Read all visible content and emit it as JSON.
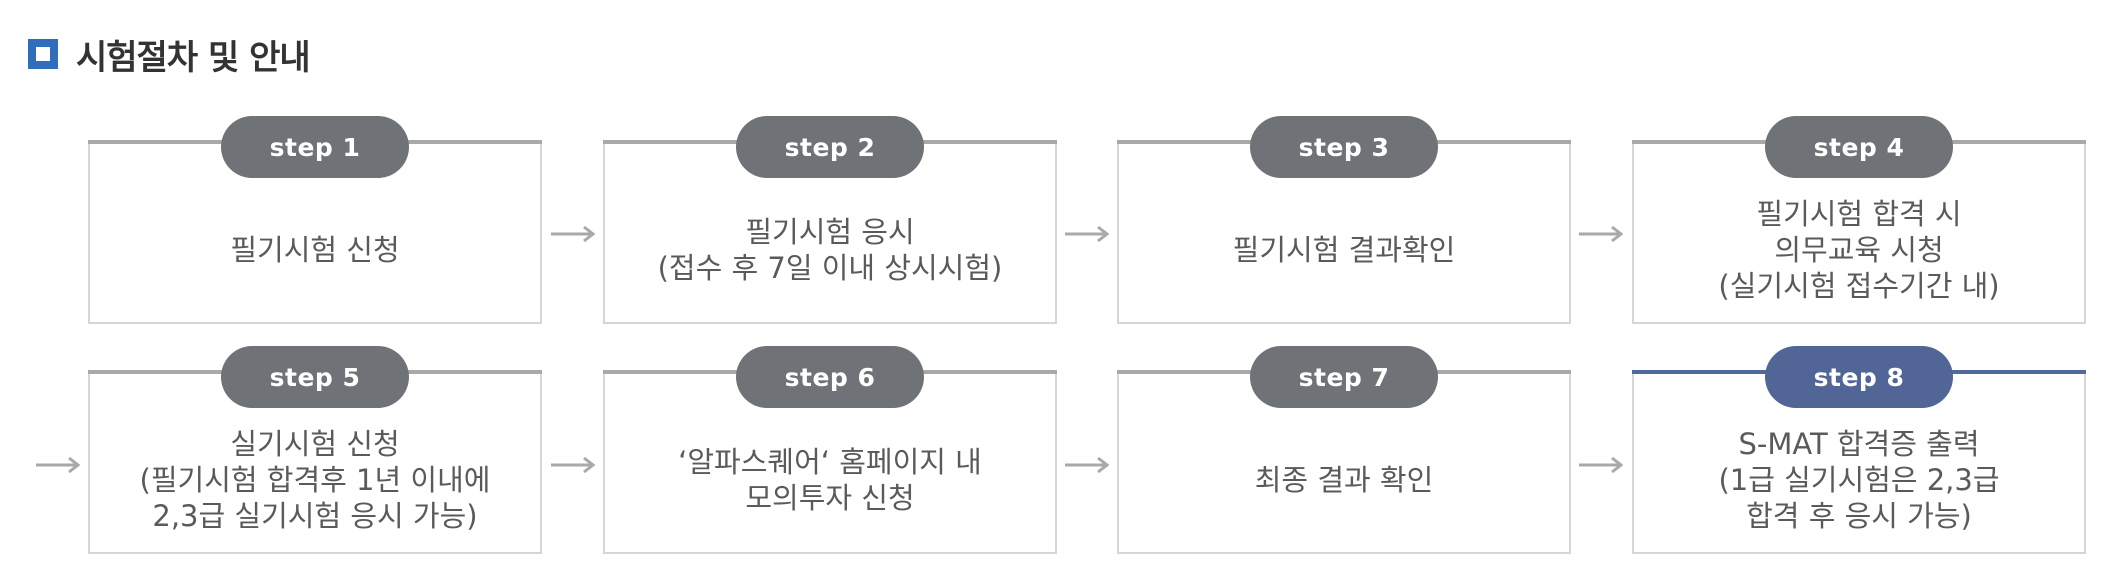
{
  "header": {
    "title": "시험절차 및 안내",
    "icon": "square-bullet-icon",
    "icon_color": "#2f6ebd"
  },
  "colors": {
    "pill_default": "#6f7276",
    "pill_highlight": "#526597",
    "card_border": "#d6d6d6",
    "topline_default": "#a9a9a9",
    "topline_highlight": "#516a9c",
    "arrow": "#a9a9a9"
  },
  "steps": [
    {
      "label": "step 1",
      "text": "필기시험 신청"
    },
    {
      "label": "step 2",
      "text": "필기시험 응시\n(접수 후 7일 이내 상시시험)"
    },
    {
      "label": "step 3",
      "text": "필기시험 결과확인"
    },
    {
      "label": "step 4",
      "text": "필기시험 합격 시\n의무교육 시청\n(실기시험 접수기간 내)"
    },
    {
      "label": "step 5",
      "text": "실기시험 신청\n(필기시험 합격후 1년 이내에\n2,3급 실기시험 응시 가능)"
    },
    {
      "label": "step 6",
      "text": "‘알파스퀘어‘ 홈페이지 내\n모의투자 신청"
    },
    {
      "label": "step 7",
      "text": "최종 결과 확인"
    },
    {
      "label": "step 8",
      "text": "S-MAT 합격증 출력\n(1급 실기시험은 2,3급\n합격 후 응시 가능)",
      "highlighted": true
    }
  ],
  "arrow_icon": "right-arrow-icon"
}
